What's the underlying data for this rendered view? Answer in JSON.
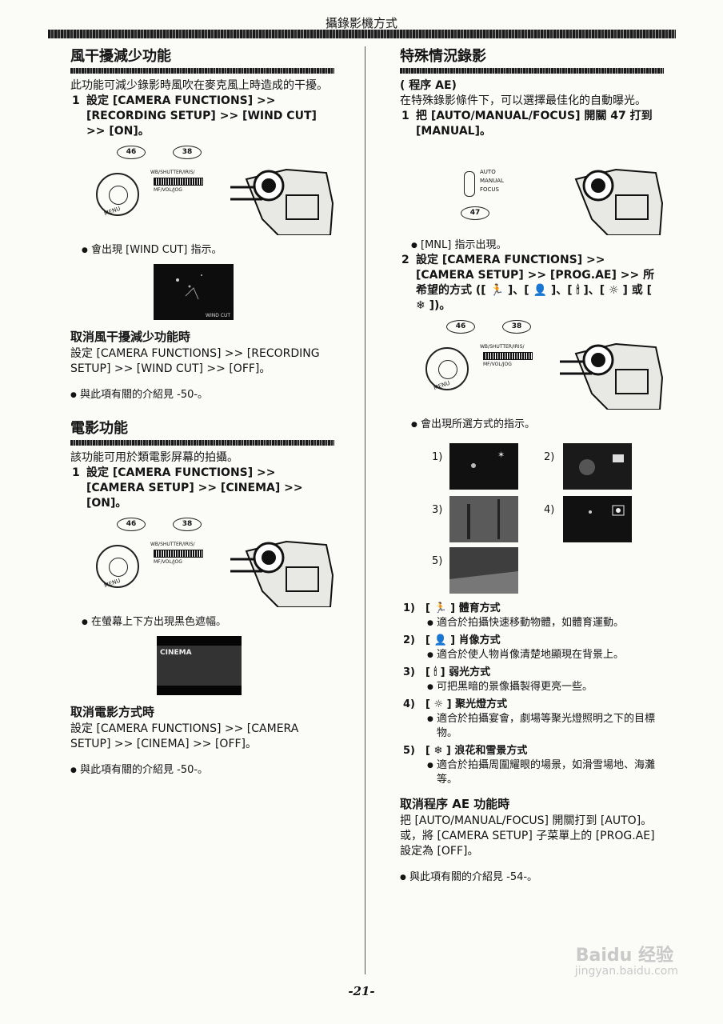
{
  "header": {
    "title": "攝錄影機方式"
  },
  "footer": {
    "page": "-21-"
  },
  "left": {
    "s1": {
      "title": "風干擾減少功能",
      "intro": "此功能可減少錄影時風吹在麥克風上時造成的干擾。",
      "step_num": "1",
      "step_text": "設定 [CAMERA FUNCTIONS] >> [RECORDING SETUP] >> [WIND CUT] >> [ON]。",
      "oval_a": "46",
      "oval_b": "38",
      "wb_label": "WB/SHUTTER/IRIS/",
      "mf_label": "MF/VOL/JOG",
      "menu_label": "MENU",
      "bullet": "會出現 [WIND CUT] 指示。",
      "thumb_caption": "WIND CUT",
      "cancel_title": "取消風干擾減少功能時",
      "cancel_text": "設定 [CAMERA FUNCTIONS] >> [RECORDING SETUP] >> [WIND CUT] >> [OFF]。",
      "ref": "與此項有關的介紹見 -50-。"
    },
    "s2": {
      "title": "電影功能",
      "intro": "該功能可用於類電影屏幕的拍攝。",
      "step_num": "1",
      "step_text": "設定 [CAMERA FUNCTIONS] >> [CAMERA SETUP] >> [CINEMA] >> [ON]。",
      "oval_a": "46",
      "oval_b": "38",
      "wb_label": "WB/SHUTTER/IRIS/",
      "mf_label": "MF/VOL/JOG",
      "menu_label": "MENU",
      "bullet": "在螢幕上下方出現黑色遮幅。",
      "thumb_caption": "CINEMA",
      "cancel_title": "取消電影方式時",
      "cancel_text": "設定 [CAMERA FUNCTIONS] >> [CAMERA SETUP] >> [CINEMA] >> [OFF]。",
      "ref": "與此項有關的介紹見 -50-。"
    }
  },
  "right": {
    "title": "特殊情況錄影",
    "subtitle": "( 程序 AE)",
    "intro": "在特殊錄影條件下，可以選擇最佳化的自動曝光。",
    "step1_num": "1",
    "step1_text": "把 [AUTO/MANUAL/FOCUS] 開關 47 打到 [MANUAL]。",
    "switch_labels": [
      "AUTO",
      "MANUAL",
      "FOCUS"
    ],
    "switch_ref": "47",
    "bullet1": "[MNL] 指示出現。",
    "step2_num": "2",
    "step2_text": "設定 [CAMERA FUNCTIONS] >> [CAMERA SETUP] >> [PROG.AE] >> 所希望的方式 ([ 🏃 ]、[ 👤 ]、[ 🕯 ]、[ ☼ ] 或 [ ❄ ])。",
    "oval_a": "46",
    "oval_b": "38",
    "wb_label": "WB/SHUTTER/IRIS/",
    "mf_label": "MF/VOL/JOG",
    "menu_label": "MENU",
    "bullet2": "會出現所選方式的指示。",
    "scene_labels": [
      "1)",
      "2)",
      "3)",
      "4)",
      "5)"
    ],
    "modes": [
      {
        "num": "1)",
        "name": "[ 🏃 ] 體育方式",
        "desc": "適合於拍攝快速移動物體，如體育運動。"
      },
      {
        "num": "2)",
        "name": "[ 👤 ] 肖像方式",
        "desc": "適合於使人物肖像清楚地顯現在背景上。"
      },
      {
        "num": "3)",
        "name": "[ 🕯 ] 弱光方式",
        "desc": "可把黑暗的景像攝製得更亮一些。"
      },
      {
        "num": "4)",
        "name": "[ ☼ ] 聚光燈方式",
        "desc": "適合於拍攝宴會，劇場等聚光燈照明之下的目標物。"
      },
      {
        "num": "5)",
        "name": "[ ❄ ] 浪花和雪景方式",
        "desc": "適合於拍攝周圍耀眼的場景，如滑雪場地、海灘等。"
      }
    ],
    "cancel_title": "取消程序 AE 功能時",
    "cancel_text": "把 [AUTO/MANUAL/FOCUS] 開關打到 [AUTO]。或，將 [CAMERA SETUP] 子菜單上的 [PROG.AE] 設定為 [OFF]。",
    "ref": "與此項有關的介紹見 -54-。"
  },
  "watermark": {
    "line1": "Baidu 经验",
    "line2": "jingyan.baidu.com"
  }
}
